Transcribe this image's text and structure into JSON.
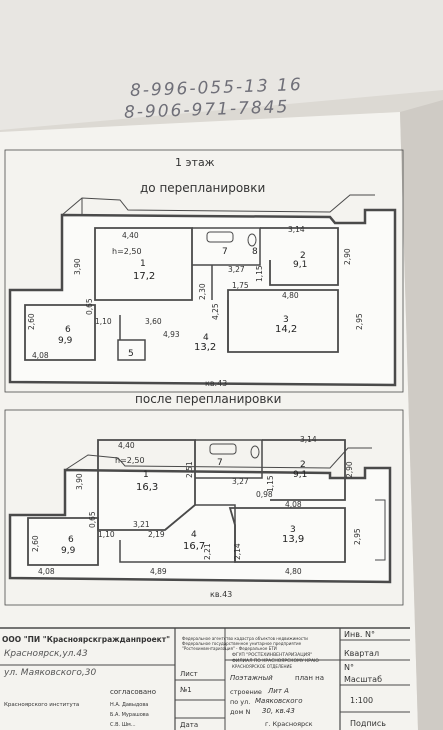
{
  "phones": [
    "8-996-055-13 16",
    "8-906-971-7845"
  ],
  "floor_title": "1 этаж",
  "before": {
    "title": "до перепланировки",
    "stair_label": "кв.43",
    "dims": [
      "4,40",
      "3,14",
      "3,90",
      "2,90",
      "2,30",
      "3,27",
      "1,15",
      "1,75",
      "4,80",
      "2,60",
      "0,65",
      "1,10",
      "3,60",
      "4,93",
      "2,95",
      "4,25",
      "4,08"
    ],
    "h_label": "h=2,50",
    "rooms": [
      {
        "num": "1",
        "area": "17,2"
      },
      {
        "num": "2",
        "area": "9,1"
      },
      {
        "num": "3",
        "area": "14,2"
      },
      {
        "num": "4",
        "area": "13,2"
      },
      {
        "num": "5",
        "area": ""
      },
      {
        "num": "6",
        "area": "9,9"
      },
      {
        "num": "7",
        "area": ""
      },
      {
        "num": "8",
        "area": ""
      }
    ]
  },
  "after": {
    "title": "после перепланировки",
    "stair_label": "кв.43",
    "dims": [
      "4,40",
      "3,14",
      "3,90",
      "2,90",
      "2,51",
      "3,27",
      "0,98",
      "1,15",
      "4,08",
      "2,60",
      "0,65",
      "1,10",
      "3,21",
      "2,19",
      "2,21",
      "2,14",
      "2,95",
      "4,08",
      "4,89",
      "4,80"
    ],
    "h_label": "h=2,50",
    "rooms": [
      {
        "num": "1",
        "area": "16,3"
      },
      {
        "num": "2",
        "area": "9,1"
      },
      {
        "num": "3",
        "area": "13,9"
      },
      {
        "num": "4",
        "area": "16,7"
      },
      {
        "num": "6",
        "area": "9,9"
      },
      {
        "num": "7",
        "area": ""
      }
    ]
  },
  "stamp": {
    "org": "ООО \"ПИ \"Красноярскгражданпроект\"",
    "approved": "согласовано",
    "hand1": "Красноярск,ул.43",
    "hand2": "ул. Маяковского,30",
    "people": [
      "Н.А. Давыдова",
      "Б.А. Мурашова",
      "С.В. Шм..."
    ],
    "inst": "Красноярского института",
    "bti_lines": [
      "Федеральное агентство кадастра объектов недвижимости",
      "Федеральное государственное унитарное предприятие",
      "\"Ростехинвентаризация\" - Федеральное БТИ",
      "ФГУП \"РОСТЕХИНВЕНТАРИЗАЦИЯ\"",
      "ФИЛИАЛ ПО КРАСНОЯРСКОМУ КРАЮ",
      "КРАСНОЯРСКОЕ ОТДЕЛЕНИЕ"
    ],
    "sheet_label": "Лист",
    "sheet_num": "№1",
    "date_label": "Дата",
    "plan_label": "Поэтажный",
    "plan_of": "план на",
    "building_label": "строение",
    "building_val": "Лит А",
    "street_label": "по ул.",
    "street_val": "Маяковского",
    "house_label": "дом N",
    "house_val": "30, кв.43",
    "city_val": "г. Красноярск",
    "inv_label": "Инв. N°",
    "quarter_label": "Квартал",
    "n_label": "N°",
    "scale_label": "Масштаб",
    "scale_val": "1:100",
    "signature_label": "Подпись"
  }
}
